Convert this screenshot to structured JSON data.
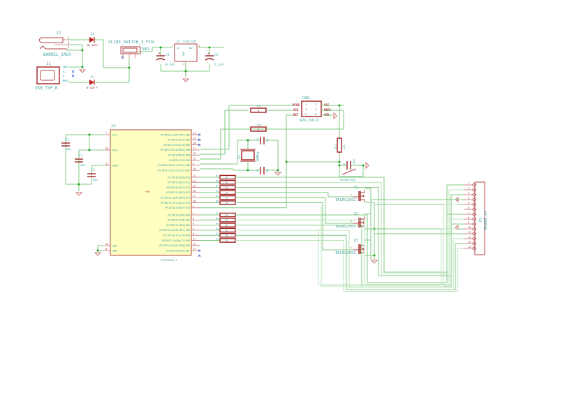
{
  "schematic": {
    "power": {
      "j2": {
        "ref": "J2",
        "value": "BARREL_JACK",
        "pins": [
          "1",
          "3",
          "2"
        ]
      },
      "j1": {
        "ref": "J1",
        "value": "USB_TYP_B",
        "pins": [
          "GND",
          "D+",
          "D-",
          "VBUS"
        ]
      },
      "d1": {
        "ref": "D1",
        "value": "1N 4001"
      },
      "d2": {
        "ref": "D2",
        "value": "B LAD F"
      },
      "sw1": {
        "ref": "SW1",
        "value": "SLIDE_SWITCH_3_PIN"
      },
      "u1": {
        "ref": "U1",
        "value": "LF33_CDT",
        "pin_in": "In",
        "pin_out": "Out",
        "pin_gnd": "GND",
        "pins": [
          "1",
          "2",
          "3"
        ]
      },
      "c4": {
        "ref": "C4",
        "value": "0.1uF"
      },
      "c5": {
        "ref": "C5",
        "value": "2.2uF"
      }
    },
    "mcu": {
      "ref": "IC1",
      "value": "ATMEGA48A-P",
      "center_label": "PWR",
      "left_pins": [
        {
          "num": "7",
          "name": "VCC"
        },
        {
          "num": "20",
          "name": "AVCC"
        },
        {
          "num": "21",
          "name": "AREF"
        },
        {
          "num": "22",
          "name": "GND"
        },
        {
          "num": "8",
          "name": "GND"
        }
      ],
      "right_pins_b": [
        {
          "num": "14",
          "name": "(PCINT0/CLKO/ICP1)PB0"
        },
        {
          "num": "15",
          "name": "(PCINT1/OC1A)PB1"
        },
        {
          "num": "16",
          "name": "(PCINT2/OC1B/SS)PB2"
        },
        {
          "num": "17",
          "name": "(PCINT3/OC2A/MOSI)PB3"
        },
        {
          "num": "18",
          "name": "(PCINT4/MISO)PB4"
        },
        {
          "num": "19",
          "name": "(PCINT5/SCK)PB5"
        },
        {
          "num": "9",
          "name": "(PCINT6/XTAL1/TOSC1)PB6"
        },
        {
          "num": "10",
          "name": "(PCINT7/XTAL2/TOSC2)PB7"
        }
      ],
      "right_pins_c": [
        {
          "num": "23",
          "name": "(PCINT8/ADC0)PC0"
        },
        {
          "num": "24",
          "name": "(PCINT9/ADC1)PC1"
        },
        {
          "num": "25",
          "name": "(PCINT10/ADC2)PC2"
        },
        {
          "num": "26",
          "name": "(PCINT11/ADC3)PC3"
        },
        {
          "num": "27",
          "name": "(PCINT12/SDA/ADC4)PC4"
        },
        {
          "num": "28",
          "name": "(PCINT14/SCL/ADC5)PC5"
        },
        {
          "num": "1",
          "name": "(PCINT14/RESET)PC6"
        }
      ],
      "right_pins_d": [
        {
          "num": "2",
          "name": "(PCINT16/RXD)PD0"
        },
        {
          "num": "3",
          "name": "(PCINT17/TXD)PD1"
        },
        {
          "num": "4",
          "name": "(PCINT18/INT0)PD2"
        },
        {
          "num": "5",
          "name": "(PCINT19/OC2B/INT1)PD3"
        },
        {
          "num": "6",
          "name": "(PCINT20/XCK/T0)PD4"
        },
        {
          "num": "11",
          "name": "(PCINT21/OC0B/T1)PD5"
        },
        {
          "num": "12",
          "name": "(PCINT22/OC0A/AIN0)PD6"
        },
        {
          "num": "13",
          "name": "(PCINT23/AIN1)PD7"
        }
      ]
    },
    "decoupling": [
      {
        "ref": "C1",
        "value": "100n"
      },
      {
        "ref": "C2",
        "value": "100n"
      },
      {
        "ref": "C3",
        "value": "100n"
      }
    ],
    "resistors_c": [
      {
        "ref": "R1",
        "value": "50"
      },
      {
        "ref": "R2",
        "value": "50"
      },
      {
        "ref": "R3",
        "value": "50"
      },
      {
        "ref": "R4",
        "value": "10"
      },
      {
        "ref": "R5",
        "value": "10"
      },
      {
        "ref": "R6",
        "value": "10"
      }
    ],
    "resistors_d": [
      {
        "ref": "R7",
        "value": "50"
      },
      {
        "ref": "R8",
        "value": "50"
      },
      {
        "ref": "R9",
        "value": "50"
      },
      {
        "ref": "R10",
        "value": "50"
      },
      {
        "ref": "R11",
        "value": "50"
      },
      {
        "ref": "R12",
        "value": "50"
      }
    ],
    "isp": {
      "ref": "CON1",
      "value": "AVR-ISP-6",
      "left_labels": [
        "MISO",
        "SCK",
        "RST"
      ],
      "right_labels": [
        "VCC",
        "MOSI",
        "GND"
      ],
      "pins": [
        "1",
        "2",
        "3",
        "4",
        "5",
        "6"
      ],
      "r_miso": {
        "ref": "R15",
        "value": "0"
      },
      "r_sck": {
        "ref": "R16",
        "value": "0"
      }
    },
    "crystal": {
      "ref": "X1",
      "value": "16MHz",
      "c6": {
        "ref": "C6",
        "value": "22p"
      },
      "c7": {
        "ref": "C7",
        "value": "22p"
      }
    },
    "reset": {
      "r13": {
        "ref": "R13",
        "value": "10k"
      },
      "c8": {
        "ref": "C8",
        "value": "100n"
      },
      "button": "PUSHBUTTON"
    },
    "mosfets": [
      {
        "ref": "Q1",
        "value": "IRLML2502",
        "gate": "G",
        "pins": [
          "D",
          "S"
        ]
      },
      {
        "ref": "Q2",
        "value": "IRLML2502",
        "gate": "G",
        "pins": [
          "D",
          "S"
        ]
      },
      {
        "ref": "Q3",
        "value": "IRLML2502",
        "gate": "G",
        "pins": [
          "D",
          "S"
        ]
      }
    ],
    "header": {
      "ref": "P1",
      "value": "HEADER_14",
      "pins": [
        "1",
        "2",
        "3",
        "4",
        "5",
        "6",
        "7",
        "8",
        "9",
        "10",
        "11",
        "12",
        "13",
        "14"
      ]
    }
  }
}
